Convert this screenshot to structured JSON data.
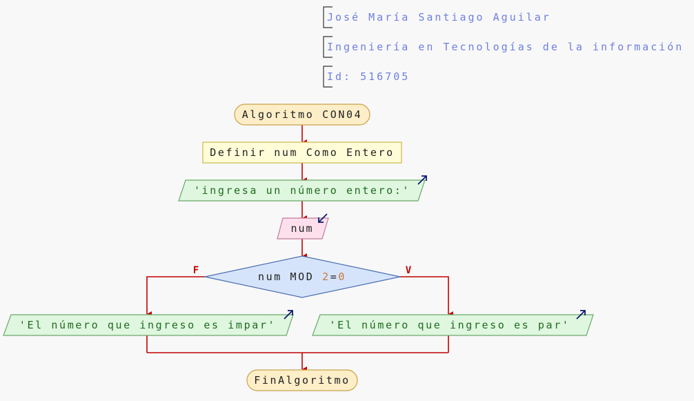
{
  "header": {
    "author": "José María Santiago Aguilar",
    "career": "Ingeniería en Tecnologías de la información",
    "id_line": "Id: 516705"
  },
  "flow": {
    "start": "Algoritmo CON04",
    "define": "Definir num Como Entero",
    "prompt_output": "'ingresa un número entero:'",
    "read_input": "num",
    "condition": {
      "prefix": "num MOD ",
      "literal_a": "2",
      "operator": "=",
      "literal_b": "0"
    },
    "false_label": "F",
    "true_label": "V",
    "false_output": "'El número que ingreso es impar'",
    "true_output": "'El número que ingreso es par'",
    "end": "FinAlgoritmo"
  },
  "colors": {
    "line": "#c00000",
    "terminal_fill": "#fdeec8",
    "terminal_stroke": "#c9a24a",
    "process_fill": "#fffcd8",
    "process_stroke": "#c9b84a",
    "output_fill": "#dff6df",
    "output_stroke": "#6aa86a",
    "input_fill": "#fde0ec",
    "input_stroke": "#c27a9a",
    "decision_fill": "#d6e4fb",
    "decision_stroke": "#4a6fb0",
    "comment": "#6f7fe0",
    "io_arrow": "#0a1a6e"
  }
}
